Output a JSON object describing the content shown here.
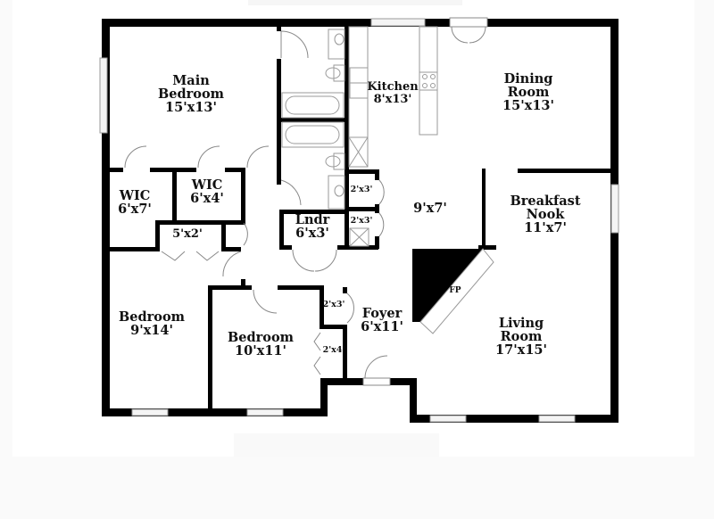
{
  "floorplan": {
    "colors": {
      "wall": "#000000",
      "fixture": "#9a9a9a",
      "background": "#ffffff",
      "margin": "#fafafa"
    },
    "rooms": [
      {
        "id": "main-bedroom",
        "name": "Main\nBedroom",
        "name_line1": "Main",
        "name_line2": "Bedroom",
        "dim": "15'x13'"
      },
      {
        "id": "kitchen",
        "name_line1": "Kitchen",
        "dim": "8'x13'"
      },
      {
        "id": "dining-room",
        "name_line1": "Dining",
        "name_line2": "Room",
        "dim": "15'x13'"
      },
      {
        "id": "wic-1",
        "name_line1": "WIC",
        "dim": "6'x7'"
      },
      {
        "id": "wic-2",
        "name_line1": "WIC",
        "dim": "6'x4'"
      },
      {
        "id": "closet-hall",
        "dim": "5'x2'"
      },
      {
        "id": "laundry",
        "name_line1": "Lndr",
        "dim": "6'x3'"
      },
      {
        "id": "closet-upper",
        "dim": "2'x3'"
      },
      {
        "id": "closet-lower",
        "dim": "2'x3'"
      },
      {
        "id": "center-area",
        "dim": "9'x7'"
      },
      {
        "id": "breakfast-nook",
        "name_line1": "Breakfast",
        "name_line2": "Nook",
        "dim": "11'x7'"
      },
      {
        "id": "bedroom-1",
        "name_line1": "Bedroom",
        "dim": "9'x14'"
      },
      {
        "id": "bedroom-2",
        "name_line1": "Bedroom",
        "dim": "10'x11'"
      },
      {
        "id": "foyer-closet-1",
        "dim": "2'x3'"
      },
      {
        "id": "foyer-closet-2",
        "dim": "2'x4'"
      },
      {
        "id": "foyer",
        "name_line1": "Foyer",
        "dim": "6'x11'"
      },
      {
        "id": "living-room",
        "name_line1": "Living",
        "name_line2": "Room",
        "dim": "17'x15'"
      }
    ],
    "fireplace": {
      "label": "FP"
    }
  }
}
